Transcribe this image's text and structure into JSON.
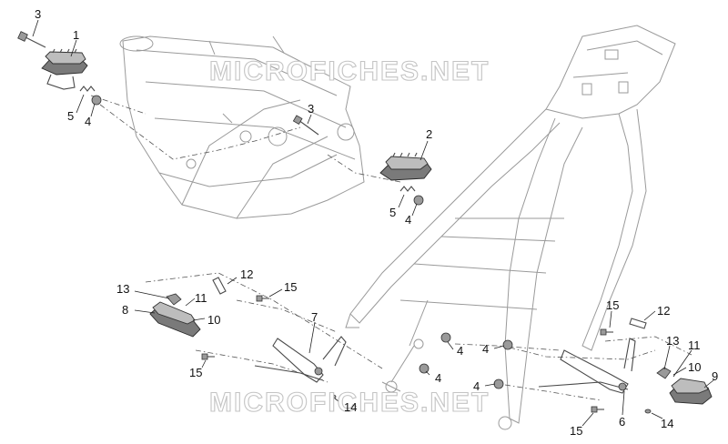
{
  "watermarks": [
    "MICROFICHES.NET",
    "MICROFICHES.NET"
  ],
  "callouts": {
    "c3a": "3",
    "c1": "1",
    "c5a": "5",
    "c4a": "4",
    "c3b": "3",
    "c2": "2",
    "c5b": "5",
    "c4b": "4",
    "c12a": "12",
    "c13a": "13",
    "c15a": "15",
    "c11a": "11",
    "c8": "8",
    "c10a": "10",
    "c7": "7",
    "c15b": "15",
    "c14a": "14",
    "c4c": "4",
    "c4d": "4",
    "c4e": "4",
    "c4f": "4",
    "c15c": "15",
    "c12b": "12",
    "c13b": "13",
    "c11b": "11",
    "c10b": "10",
    "c9": "9",
    "c6": "6",
    "c15d": "15",
    "c14b": "14"
  }
}
